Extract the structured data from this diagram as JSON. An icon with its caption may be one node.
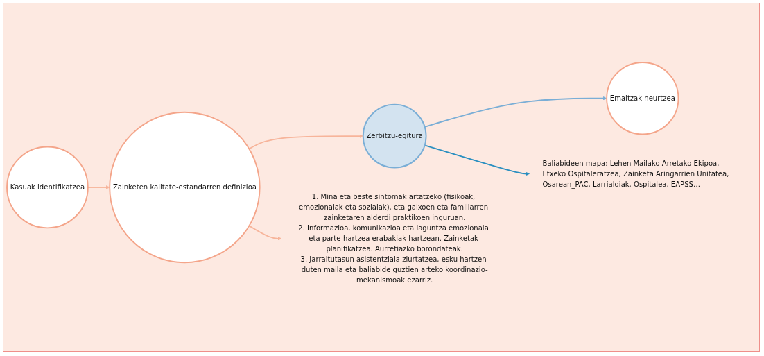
{
  "diagram": {
    "nodes": [
      {
        "text": [
          "Kasuak identifikatzea"
        ]
      },
      {
        "text": [
          "Zainketen kalitate-estandarren definizioa"
        ]
      },
      {
        "text": [
          "Zerbitzu-egitura"
        ]
      },
      {
        "text": [
          "Emaitzak neurtzea"
        ]
      },
      {
        "text": [
          "Baliabideen mapa: Lehen Mailako Arretako Ekipoa, Etxeko Ospitaleratzea, Zainketa Aringarrien Unitatea, Osarean_PAC, Larrialdiak, Ospitalea, EAPSS…"
        ]
      },
      {
        "text": [
          "1. Mina eta beste sintomak artatzeko (fisikoak, emozionalak eta sozialak), eta gaixoen eta familiarren zainketaren alderdi praktikoen inguruan.",
          "2. Informazioa, komunikazioa eta laguntza emozionala eta parte-hartzea erabakiak hartzean. Zainketak planifikatzea. Aurretiazko borondateak.",
          "3. Jarraitutasun asistentziala ziurtatzea, esku hartzen duten maila eta baliabide guztien arteko koordinazio-mekanismoak ezarriz."
        ]
      }
    ],
    "edges": [
      {
        "from": 0,
        "to": 1,
        "arrow": "to"
      },
      {
        "from": 1,
        "to": 2,
        "arrow": "to"
      },
      {
        "from": 2,
        "to": 3,
        "arrow": "to",
        "color": "#7aaed6"
      },
      {
        "from": 2,
        "to": 4,
        "arrow": "to",
        "color": "#2a8fc0"
      },
      {
        "from": 1,
        "to": 5,
        "arrow": "to"
      }
    ]
  }
}
